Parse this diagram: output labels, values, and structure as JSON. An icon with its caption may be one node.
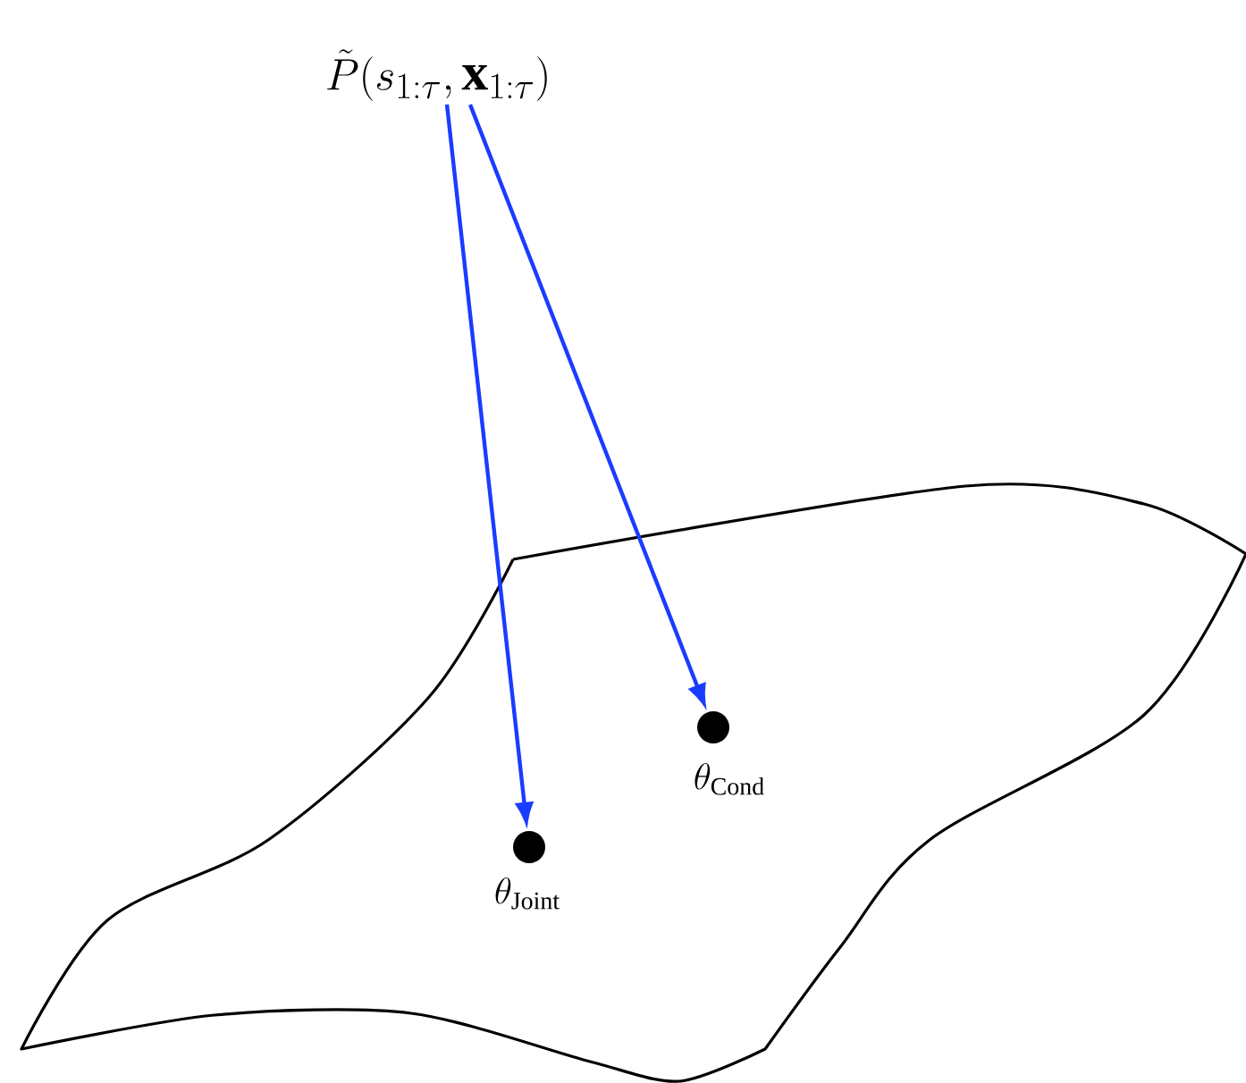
{
  "diagram": {
    "nodes": [
      {
        "text": [
          "\\tilde{P}(s_{1:\\tau},\\mathbf{x}_{1:\\tau})"
        ]
      },
      {
        "text": [],
        "shape": "circle",
        "beside": [
          "\\theta_{\\mathrm{Joint}}"
        ]
      },
      {
        "text": [],
        "shape": "circle",
        "beside": [
          "\\theta_{\\mathrm{Cond}}"
        ]
      }
    ],
    "edges": [
      {
        "from": 0,
        "to": 1,
        "arrow": "to"
      },
      {
        "from": 0,
        "to": 2,
        "arrow": "to"
      }
    ]
  }
}
